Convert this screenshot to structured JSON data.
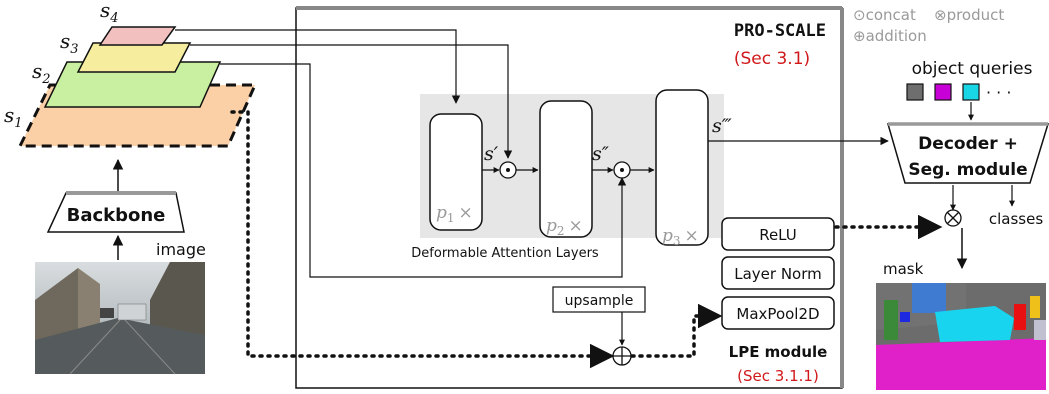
{
  "legend": {
    "concat": "⊙concat",
    "product": "⊗product",
    "addition": "⊕addition"
  },
  "scales": [
    "s",
    "s",
    "s",
    "s"
  ],
  "scale_subscripts": [
    "1",
    "2",
    "3",
    "4"
  ],
  "backbone_label": "Backbone",
  "image_label": "image",
  "pro_scale": {
    "title": "PRO-SCALE",
    "ref": "(Sec 3.1)"
  },
  "s_prime": "s′",
  "s_double_prime": "s″",
  "s_triple_prime": "s‴",
  "layers": [
    {
      "p": "p",
      "sub": "1",
      "times": "×"
    },
    {
      "p": "p",
      "sub": "2",
      "times": "×"
    },
    {
      "p": "p",
      "sub": "3",
      "times": "×"
    }
  ],
  "deformable_label": "Deformable Attention Layers",
  "upsample_label": "upsample",
  "lpe": {
    "items": [
      "ReLU",
      "Layer Norm",
      "MaxPool2D"
    ],
    "title": "LPE module",
    "ref": "(Sec 3.1.1)"
  },
  "object_queries_label": "object queries",
  "query_colors": [
    "#6e6e6e",
    "#c800d8",
    "#19d6e6"
  ],
  "query_ellipsis": "· · ·",
  "decoder": {
    "line1": "Decoder +",
    "line2": "Seg. module"
  },
  "classes_label": "classes",
  "mask_label": "mask",
  "colors": {
    "scale1": "#fbd0a6",
    "scale2": "#c8f0a0",
    "scale3": "#f6ee9e",
    "scale4": "#f3c0c0",
    "shaded": "#e6e6e6",
    "accent_red": "#d0181a"
  }
}
